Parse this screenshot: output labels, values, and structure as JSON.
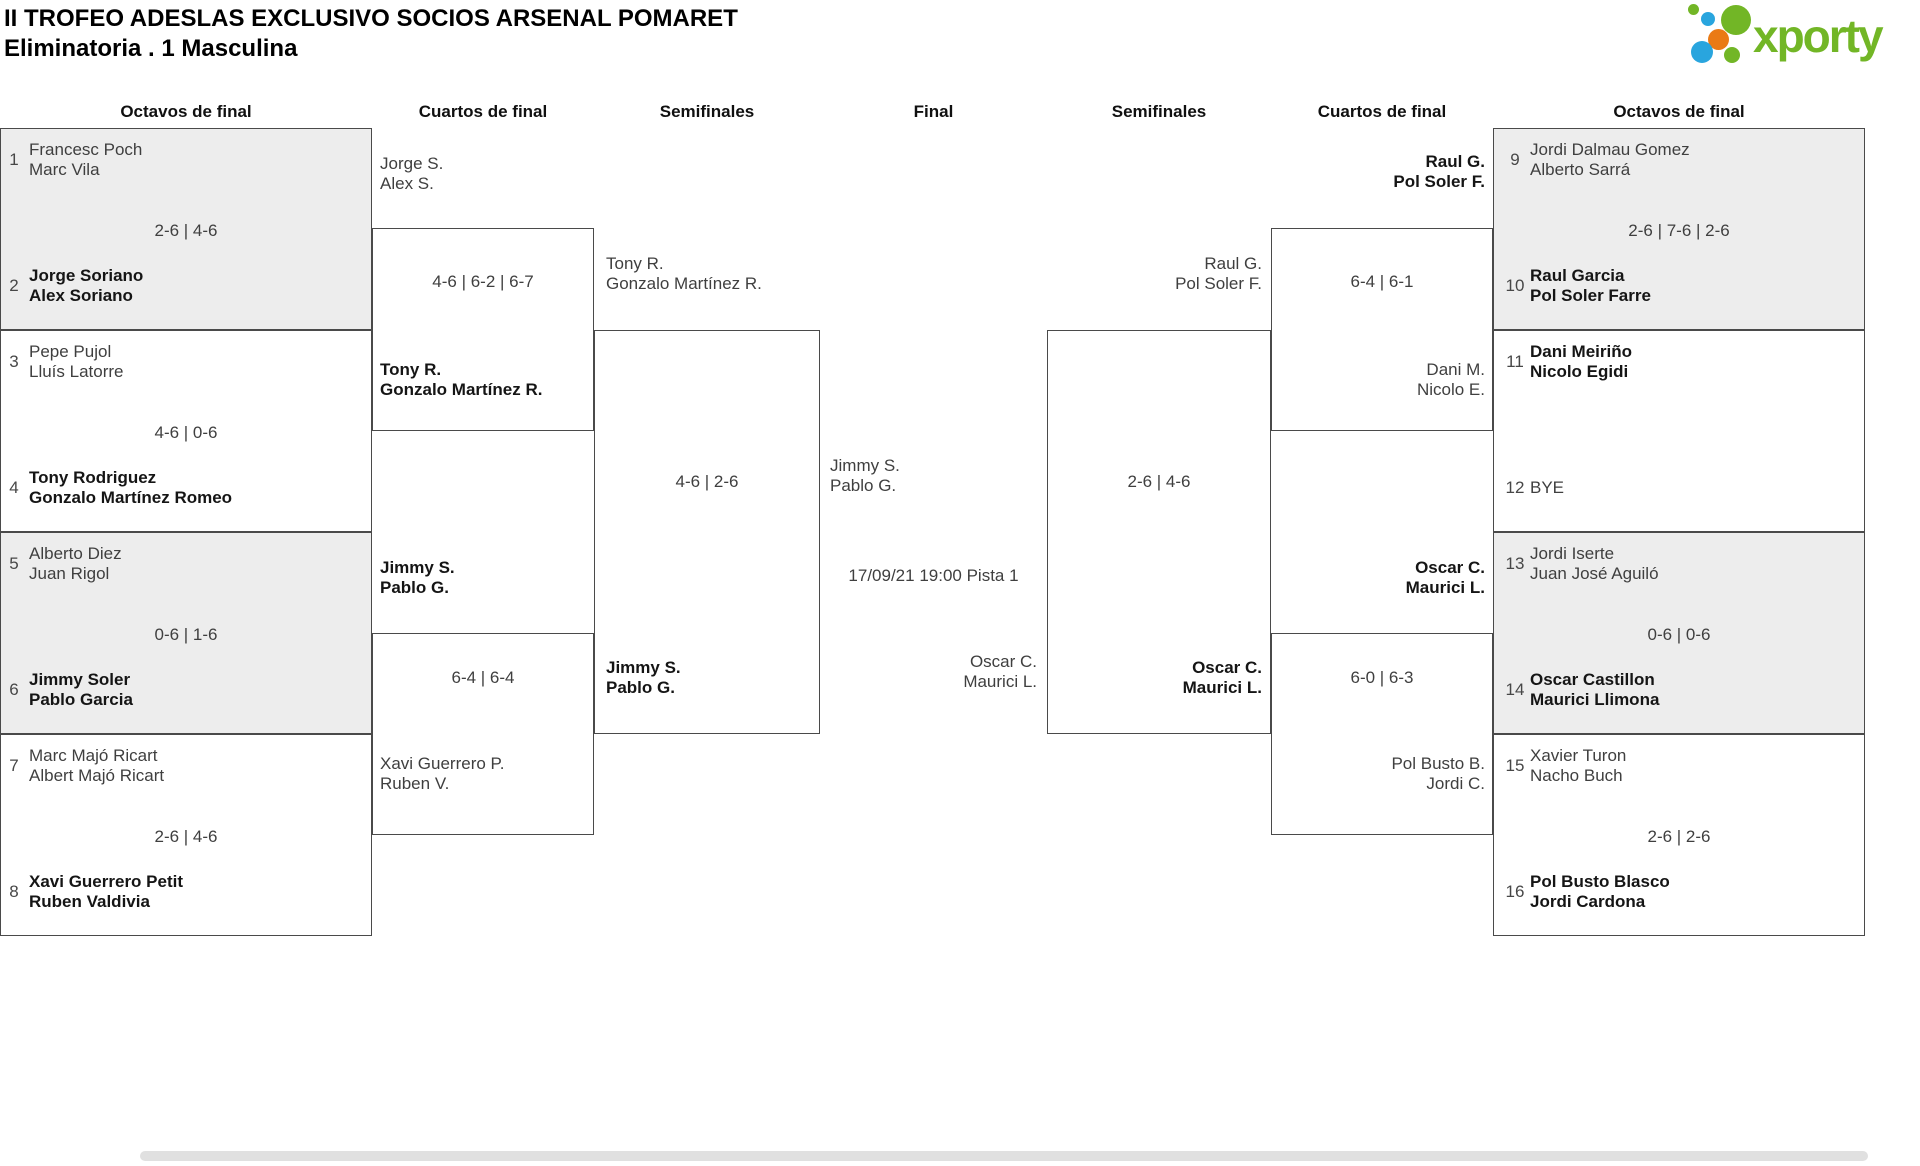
{
  "page": {
    "title": "II TROFEO ADESLAS EXCLUSIVO SOCIOS ARSENAL POMARET",
    "subtitle": "Eliminatoria . 1 Masculina"
  },
  "logo": {
    "text": "xporty",
    "green": "#72b626",
    "blue": "#29a5de",
    "orange": "#ea7a15"
  },
  "rounds": {
    "r1": "Octavos de final",
    "r2": "Cuartos de final",
    "r3": "Semifinales",
    "r4": "Final",
    "r5": "Semifinales",
    "r6": "Cuartos de final",
    "r7": "Octavos de final"
  },
  "matches": {
    "ol1": {
      "seed1": "1",
      "t1a": "Francesc Poch",
      "t1b": "Marc Vila",
      "score": "2-6 | 4-6",
      "seed2": "2",
      "t2a": "Jorge Soriano",
      "t2b": "Alex Soriano"
    },
    "ol2": {
      "seed1": "3",
      "t1a": "Pepe Pujol",
      "t1b": "Lluís Latorre",
      "score": "4-6 | 0-6",
      "seed2": "4",
      "t2a": "Tony Rodriguez",
      "t2b": "Gonzalo Martínez Romeo"
    },
    "ol3": {
      "seed1": "5",
      "t1a": "Alberto Diez",
      "t1b": "Juan Rigol",
      "score": "0-6 | 1-6",
      "seed2": "6",
      "t2a": "Jimmy Soler",
      "t2b": "Pablo Garcia"
    },
    "ol4": {
      "seed1": "7",
      "t1a": "Marc Majó Ricart",
      "t1b": "Albert Majó Ricart",
      "score": "2-6 | 4-6",
      "seed2": "8",
      "t2a": "Xavi Guerrero Petit",
      "t2b": "Ruben Valdivia"
    },
    "cl1": {
      "t1a": "Jorge S.",
      "t1b": "Alex S.",
      "score": "4-6 | 6-2 | 6-7",
      "t2a": "Tony R.",
      "t2b": "Gonzalo Martínez R."
    },
    "cl2": {
      "t1a": "Jimmy S.",
      "t1b": "Pablo G.",
      "score": "6-4 | 6-4",
      "t2a": "Xavi Guerrero P.",
      "t2b": "Ruben V."
    },
    "sl": {
      "t1a": "Tony R.",
      "t1b": "Gonzalo Martínez R.",
      "score": "4-6 | 2-6",
      "t2a": "Jimmy S.",
      "t2b": "Pablo G."
    },
    "final": {
      "t1a": "Jimmy S.",
      "t1b": "Pablo G.",
      "schedule": "17/09/21 19:00 Pista 1",
      "t2a": "Oscar C.",
      "t2b": "Maurici L."
    },
    "sr": {
      "t1a": "Raul G.",
      "t1b": "Pol Soler F.",
      "score": "2-6 | 4-6",
      "t2a": "Oscar C.",
      "t2b": "Maurici L."
    },
    "cr1": {
      "t1a": "Raul G.",
      "t1b": "Pol Soler F.",
      "score": "6-4 | 6-1",
      "t2a": "Dani M.",
      "t2b": "Nicolo E."
    },
    "cr2": {
      "t1a": "Oscar C.",
      "t1b": "Maurici L.",
      "score": "6-0 | 6-3",
      "t2a": "Pol Busto B.",
      "t2b": "Jordi C."
    },
    "or1": {
      "seed1": "9",
      "t1a": "Jordi Dalmau Gomez",
      "t1b": "Alberto Sarrá",
      "score": "2-6 | 7-6 | 2-6",
      "seed2": "10",
      "t2a": "Raul Garcia",
      "t2b": "Pol Soler Farre"
    },
    "or2": {
      "seed1": "11",
      "t1a": "Dani Meiriño",
      "t1b": "Nicolo Egidi",
      "score": "",
      "seed2": "12",
      "t2a": "BYE",
      "t2b": ""
    },
    "or3": {
      "seed1": "13",
      "t1a": "Jordi Iserte",
      "t1b": "Juan José Aguiló",
      "score": "0-6 | 0-6",
      "seed2": "14",
      "t2a": "Oscar Castillon",
      "t2b": "Maurici Llimona"
    },
    "or4": {
      "seed1": "15",
      "t1a": "Xavier Turon",
      "t1b": "Nacho Buch",
      "score": "2-6 | 2-6",
      "seed2": "16",
      "t2a": "Pol Busto Blasco",
      "t2b": "Jordi Cardona"
    }
  }
}
